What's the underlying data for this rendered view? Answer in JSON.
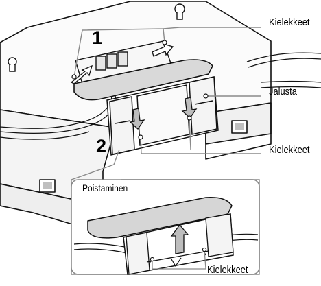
{
  "labels": {
    "tabs_top": "Kielekkeet",
    "stand": "Jalusta",
    "tabs_middle": "Kielekkeet",
    "tabs_inset": "Kielekkeet",
    "removal_title": "Poistaminen"
  },
  "steps": {
    "step_1": "1",
    "step_2": "2"
  },
  "colors": {
    "line": "#111111",
    "callout_line": "#8a8a8a",
    "shade": "#d6d6d6",
    "light": "#f2f2f2"
  }
}
